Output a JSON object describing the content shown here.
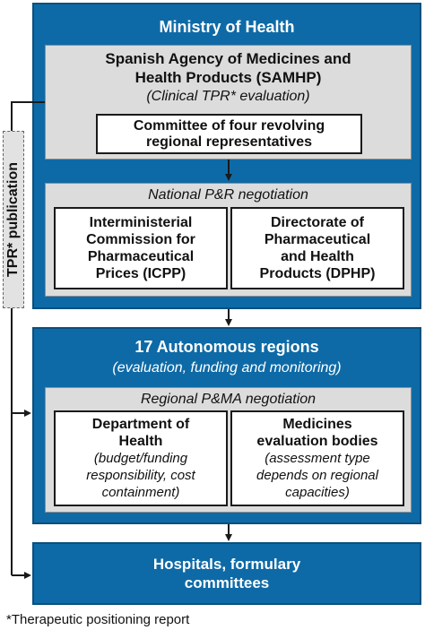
{
  "ministry": {
    "title": "Ministry of Health",
    "agency": {
      "name_line1": "Spanish Agency of Medicines and",
      "name_line2": "Health Products (SAMHP)",
      "role": "(Clinical TPR* evaluation)",
      "committee_line1": "Committee of four revolving",
      "committee_line2": "regional representatives"
    },
    "national": {
      "title": "National P&R negotiation",
      "icpp": [
        "Interministerial",
        "Commission for",
        "Pharmaceutical",
        "Prices (ICPP)"
      ],
      "dphp": [
        "Directorate of",
        "Pharmaceutical",
        "and Health",
        "Products (DPHP)"
      ]
    }
  },
  "regions": {
    "title": "17 Autonomous regions",
    "subtitle": "(evaluation, funding and monitoring)",
    "regional": {
      "title": "Regional P&MA negotiation",
      "health_title": [
        "Department of",
        "Health"
      ],
      "health_desc": [
        "(budget/funding",
        "responsibility, cost",
        "containment)"
      ],
      "eval_title": [
        "Medicines",
        "evaluation bodies"
      ],
      "eval_desc": [
        "(assessment type",
        "depends on regional",
        "capacities)"
      ]
    }
  },
  "hospitals": {
    "line1": "Hospitals, formulary",
    "line2": "committees"
  },
  "tpr_label": "TPR* publication",
  "footnote": "*Therapeutic positioning report",
  "colors": {
    "blue": "#0e6aa6",
    "gray": "#dcdcdc",
    "white": "#ffffff",
    "line": "#1a1a1a"
  }
}
